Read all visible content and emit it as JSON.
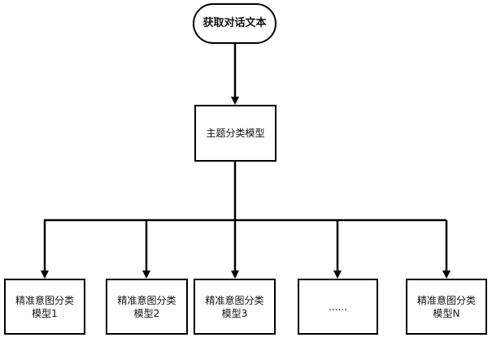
{
  "diagram": {
    "start_node": {
      "label": "获取对话文本"
    },
    "topic_classifier": {
      "label": "主题分类模型"
    },
    "intent_models": [
      {
        "label": "精准意图分类\n模型1"
      },
      {
        "label": "精准意图分类\n模型2"
      },
      {
        "label": "精准意图分类\n模型3"
      },
      {
        "label": "......"
      },
      {
        "label": "精准意图分类\n模型N"
      }
    ]
  }
}
